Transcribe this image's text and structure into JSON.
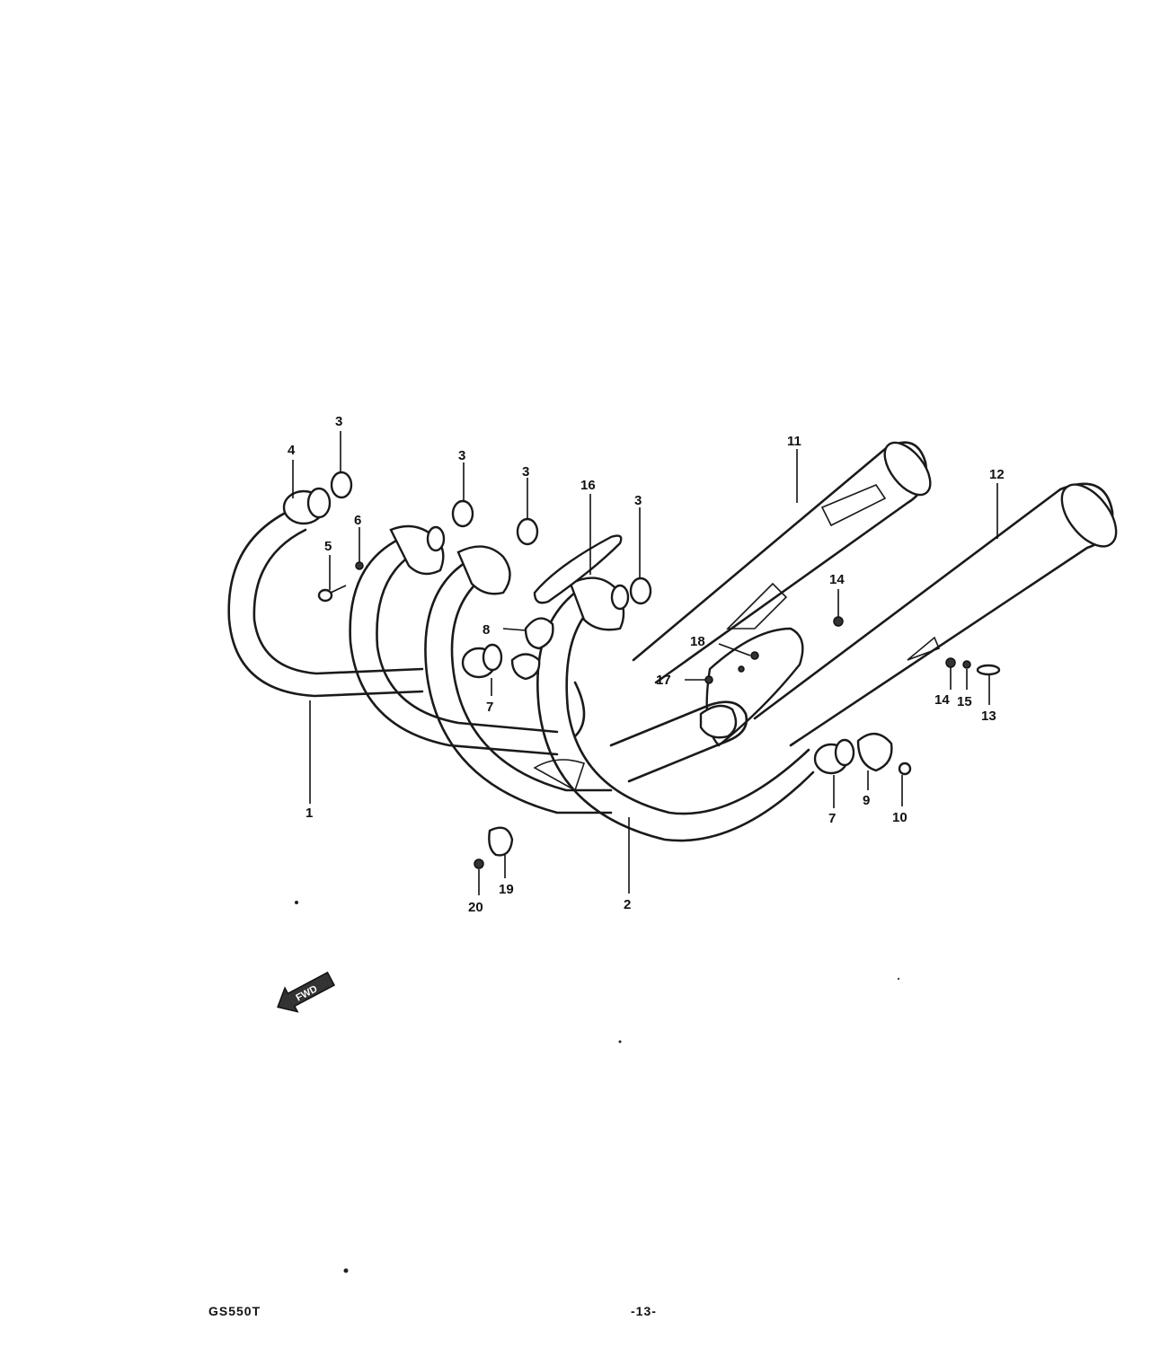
{
  "callouts": {
    "c1": "1",
    "c2": "2",
    "c3a": "3",
    "c3b": "3",
    "c3c": "3",
    "c3d": "3",
    "c4": "4",
    "c5": "5",
    "c6": "6",
    "c7a": "7",
    "c7b": "7",
    "c8": "8",
    "c9": "9",
    "c10": "10",
    "c11": "11",
    "c12": "12",
    "c13": "13",
    "c14a": "14",
    "c14b": "14",
    "c15": "15",
    "c16": "16",
    "c17": "17",
    "c18": "18",
    "c19": "19",
    "c20": "20",
    "fwd": "FWD"
  },
  "footer": {
    "model_code": "GS550T",
    "page_number": "-13-"
  }
}
